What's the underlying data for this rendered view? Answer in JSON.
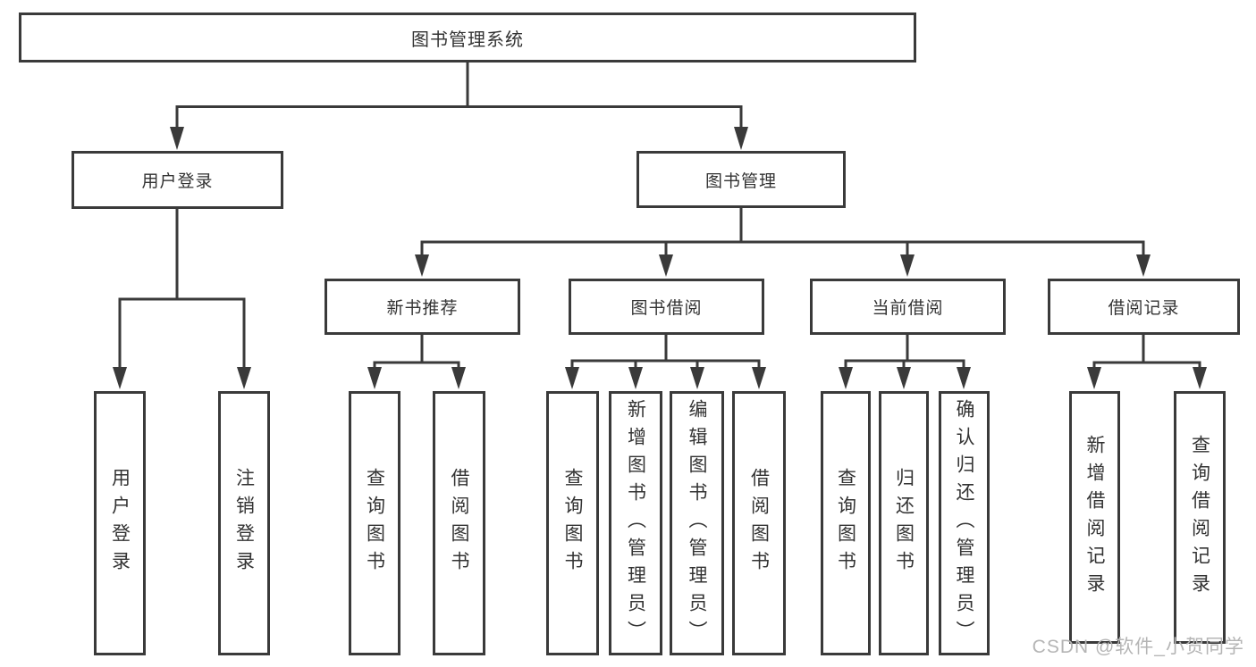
{
  "colors": {
    "line": "#3a3a3a",
    "text": "#333333",
    "watermark": "#b5b5b5",
    "background": "#ffffff"
  },
  "watermark": {
    "text": "CSDN @软件_小贺同学"
  },
  "tree": {
    "root": {
      "label": "图书管理系统",
      "children": [
        {
          "label": "用户登录",
          "children": [
            {
              "label": "用户登录"
            },
            {
              "label": "注销登录"
            }
          ]
        },
        {
          "label": "图书管理",
          "children": [
            {
              "label": "新书推荐",
              "children": [
                {
                  "label": "查询图书"
                },
                {
                  "label": "借阅图书"
                }
              ]
            },
            {
              "label": "图书借阅",
              "children": [
                {
                  "label": "查询图书"
                },
                {
                  "label": "新增图书（管理员）"
                },
                {
                  "label": "编辑图书（管理员）"
                },
                {
                  "label": "借阅图书"
                }
              ]
            },
            {
              "label": "当前借阅",
              "children": [
                {
                  "label": "查询图书"
                },
                {
                  "label": "归还图书"
                },
                {
                  "label": "确认归还（管理员）"
                }
              ]
            },
            {
              "label": "借阅记录",
              "children": [
                {
                  "label": "新增借阅记录"
                },
                {
                  "label": "查询借阅记录"
                }
              ]
            }
          ]
        }
      ]
    }
  }
}
